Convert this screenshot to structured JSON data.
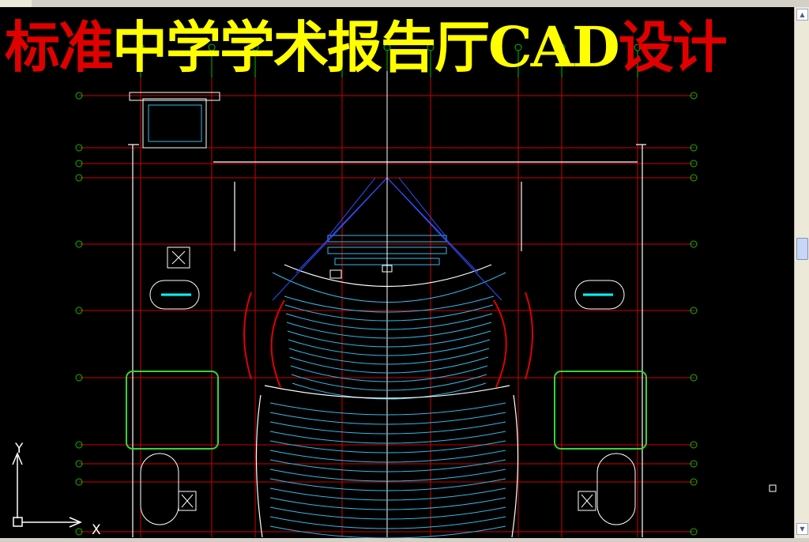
{
  "title": {
    "part1": "标准",
    "part2": "中学学术报告厅CAD",
    "part3": "设计"
  },
  "colors": {
    "background": "#000000",
    "title_red": "#e00000",
    "title_yellow": "#ffff00",
    "axis_red": "#e00000",
    "dim_green": "#00c000",
    "seat_cyan": "#37b8e6",
    "wall_white": "#ffffff",
    "highlight_green": "#39d239",
    "sightline_blue": "#3050ff"
  },
  "ucs": {
    "x_label": "X",
    "y_label": "Y"
  },
  "scrollbar": {
    "up_icon": "arrow-up-icon",
    "down_icon": "arrow-down-icon"
  }
}
